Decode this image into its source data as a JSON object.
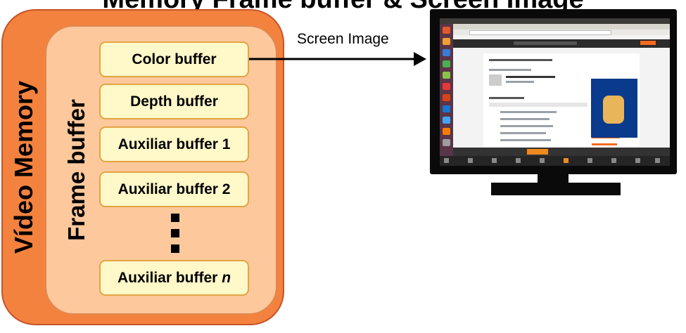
{
  "title": "Memory Frame buffer & Screen Image",
  "video_memory": {
    "label": "Vídeo Memory"
  },
  "frame_buffer": {
    "label": "Frame buffer",
    "buffers": [
      {
        "label": "Color buffer"
      },
      {
        "label": "Depth buffer"
      },
      {
        "label": "Auxiliar buffer 1"
      },
      {
        "label": "Auxiliar buffer 2"
      }
    ],
    "ellipsis": "⋮",
    "last_buffer": {
      "prefix": "Auxiliar buffer ",
      "suffix": "n"
    }
  },
  "arrow": {
    "label": "Screen Image"
  },
  "monitor": {
    "screenshot_description_colors": {
      "launcher": "#5a3447",
      "header": "#2b2b2b",
      "accent": "#f46b1e",
      "ad": "#0a3a8c"
    }
  },
  "colors": {
    "video_memory_fill": "#f4823f",
    "frame_buffer_fill": "#fcc89c",
    "buffer_fill": "#fff8c8",
    "buffer_border": "#e2a544"
  }
}
